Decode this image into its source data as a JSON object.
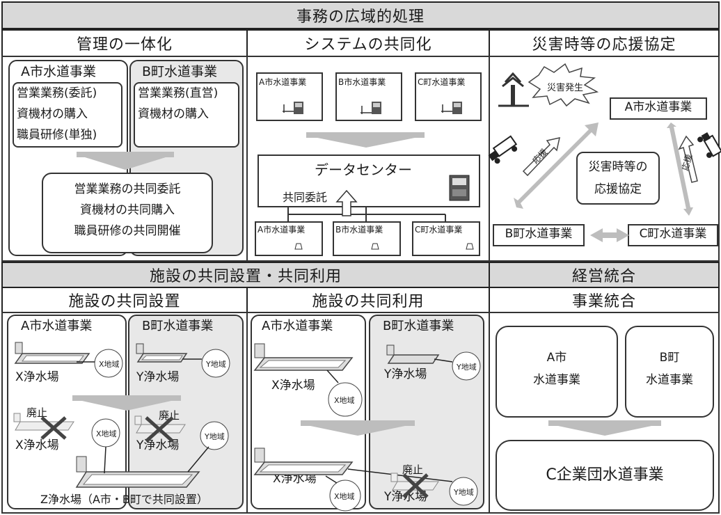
{
  "title": "事務の広域的処理",
  "sections": {
    "kanri": {
      "header": "管理の一体化",
      "a_title": "A市水道事業",
      "a_items": [
        "営業業務(委託)",
        "資機材の購入",
        "職員研修(単独)"
      ],
      "b_title": "B町水道事業",
      "b_items": [
        "営業業務(直営)",
        "資機材の購入"
      ],
      "joint": [
        "営業業務の共同委託",
        "資機材の共同購入",
        "職員研修の共同開催"
      ]
    },
    "system": {
      "header": "システムの共同化",
      "top": [
        "A市水道事業",
        "B市水道事業",
        "C町水道事業"
      ],
      "datacenter": "データセンター",
      "itaku": "共同委託",
      "bottom": [
        "A市水道事業",
        "B市水道事業",
        "C町水道事業"
      ]
    },
    "saigai": {
      "header": "災害時等の応援協定",
      "hassei": "災害発生",
      "a": "A市水道事業",
      "b": "B町水道事業",
      "c": "C町水道事業",
      "ouen": "応援",
      "center": [
        "災害時等の",
        "応援協定"
      ]
    },
    "shisetsu": {
      "header": "施設の共同設置・共同利用",
      "setchi_header": "施設の共同設置",
      "riyou_header": "施設の共同利用",
      "s_a_title": "A市水道事業",
      "s_b_title": "B町水道事業",
      "x_plant": "X浄水場",
      "y_plant": "Y浄水場",
      "z_plant": "Z浄水場（A市・B町で共同設置）",
      "x_area": "X地域",
      "y_area": "Y地域",
      "haishi": "廃止",
      "r_a_title": "A市水道事業",
      "r_b_title": "B町水道事業"
    },
    "keiei": {
      "header": "経営統合",
      "sub_header": "事業統合",
      "a": [
        "A市",
        "水道事業"
      ],
      "b": [
        "B町",
        "水道事業"
      ],
      "c": "C企業団水道事業"
    }
  },
  "colors": {
    "header_bg": "#d9d9d9",
    "arrow": "#bdbdbd",
    "panel_gray": "#e8e8e8",
    "cross": "#444444"
  },
  "icons": [
    "server-icon",
    "terminal-icon",
    "truck-icon",
    "tree-icon",
    "explosion-icon",
    "plant-icon",
    "cross-icon"
  ]
}
